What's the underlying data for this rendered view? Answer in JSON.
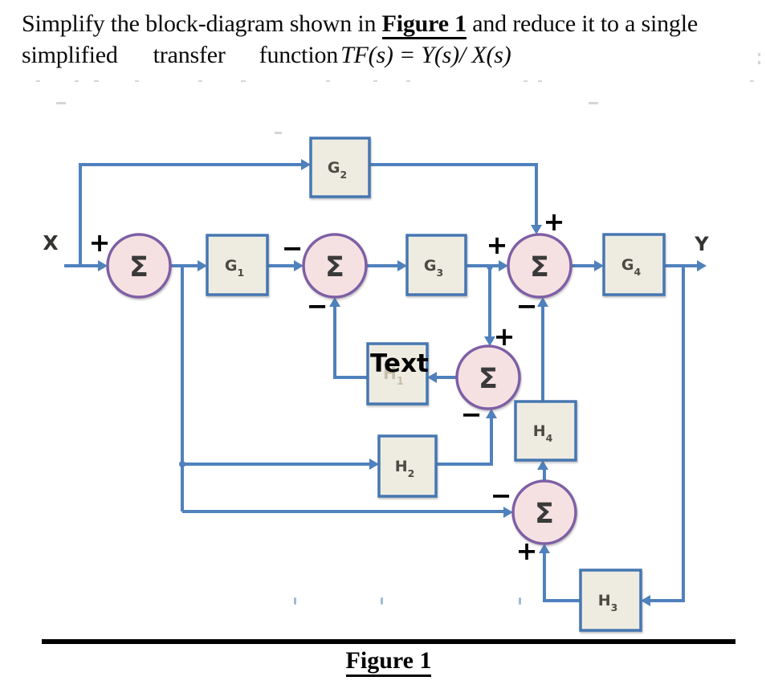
{
  "header": {
    "line1_pre": "Simplify the block-diagram shown in ",
    "figure_ref": "Figure 1",
    "line1_post": " and reduce it to a single",
    "word1": "simplified",
    "word2": "transfer",
    "word3": "function",
    "formula": "TF(s) = Y(s)/ X(s)"
  },
  "diagram": {
    "input_label": "X",
    "output_label": "Y",
    "sum_symbol": "Σ",
    "overlay_label": "Text",
    "blocks": {
      "g1": {
        "main": "G",
        "sub": "1"
      },
      "g2": {
        "main": "G",
        "sub": "2"
      },
      "g3": {
        "main": "G",
        "sub": "3"
      },
      "g4": {
        "main": "G",
        "sub": "4"
      },
      "h1": {
        "main": "H",
        "sub": "1"
      },
      "h2": {
        "main": "H",
        "sub": "2"
      },
      "h3": {
        "main": "H",
        "sub": "3"
      },
      "h4": {
        "main": "H",
        "sub": "4"
      }
    },
    "signs": {
      "input_plus": "+",
      "sum2_left_minus": "−",
      "sum2_bottom_minus": "−",
      "sum3_left_plus": "+",
      "sum3_top_plus": "+",
      "sum3_bottom_minus": "−",
      "sum4_top_plus": "+",
      "sum4_bottom_minus": "−",
      "sum5_left_minus": "−",
      "sum5_bottom_plus": "+"
    },
    "colors": {
      "line": "#4f81bd",
      "block_fill": "#eeece1",
      "block_border": "#4677b2",
      "sum_fill": "#f5e1e2",
      "sum_border": "#7e5fa5"
    }
  },
  "caption": {
    "text": "Figure 1"
  }
}
